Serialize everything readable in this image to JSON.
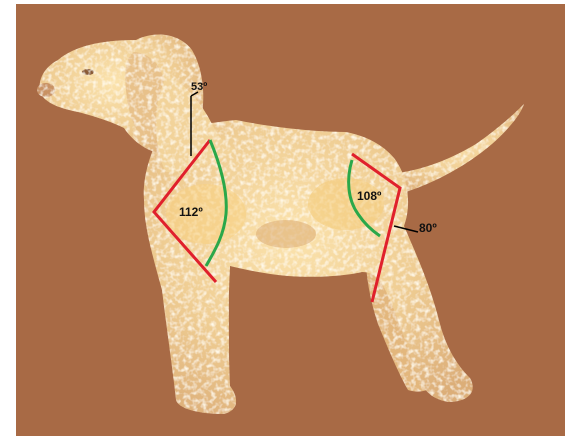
{
  "colors": {
    "background": "#a86a45",
    "coat_light": "#f2d39a",
    "coat_mid": "#e3b77d",
    "coat_shadow": "#c99263",
    "coat_highlight": "#fbe7bd",
    "angle_lines": "#e0202c",
    "curve_lines": "#2aa84a",
    "leader_lines": "#000000"
  },
  "angles": {
    "shoulder_layback": "53º",
    "shoulder_upper_arm": "112º",
    "stifle": "108º",
    "rear_pastern": "80º"
  }
}
